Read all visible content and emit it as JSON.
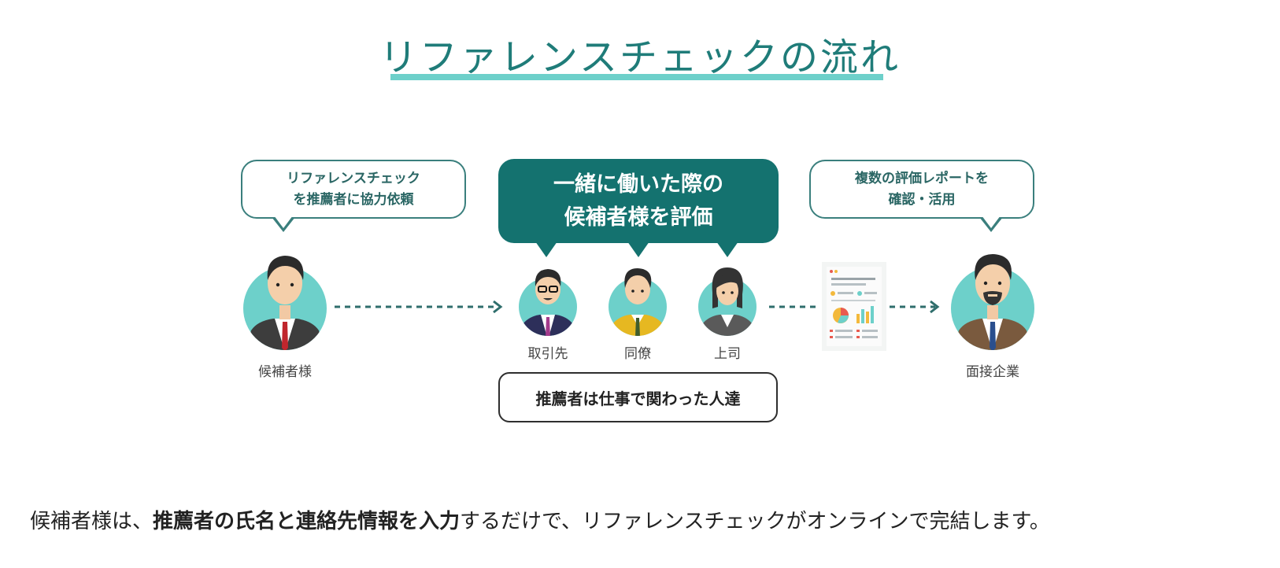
{
  "title": "リファレンスチェックの流れ",
  "bubble_left": {
    "line1": "リファレンスチェック",
    "line2": "を推薦者に協力依頼"
  },
  "bubble_center": {
    "line1": "一緒に働いた際の",
    "line2": "候補者様を評価"
  },
  "bubble_right": {
    "line1": "複数の評価レポートを",
    "line2": "確認・活用"
  },
  "people": {
    "candidate": "候補者様",
    "client": "取引先",
    "colleague": "同僚",
    "boss": "上司",
    "company": "面接企業"
  },
  "recommenders_box": "推薦者は仕事で関わった人達",
  "bottom": {
    "part1": "候補者様は、",
    "bold": "推薦者の氏名と連絡先情報を入力",
    "part2": "するだけで、リファレンスチェックがオンラインで完結します。"
  },
  "colors": {
    "accent": "#1f7c79",
    "accent_dark": "#14726f",
    "avatar_bg": "#6dd0ca",
    "underline": "#6dd0ca"
  }
}
